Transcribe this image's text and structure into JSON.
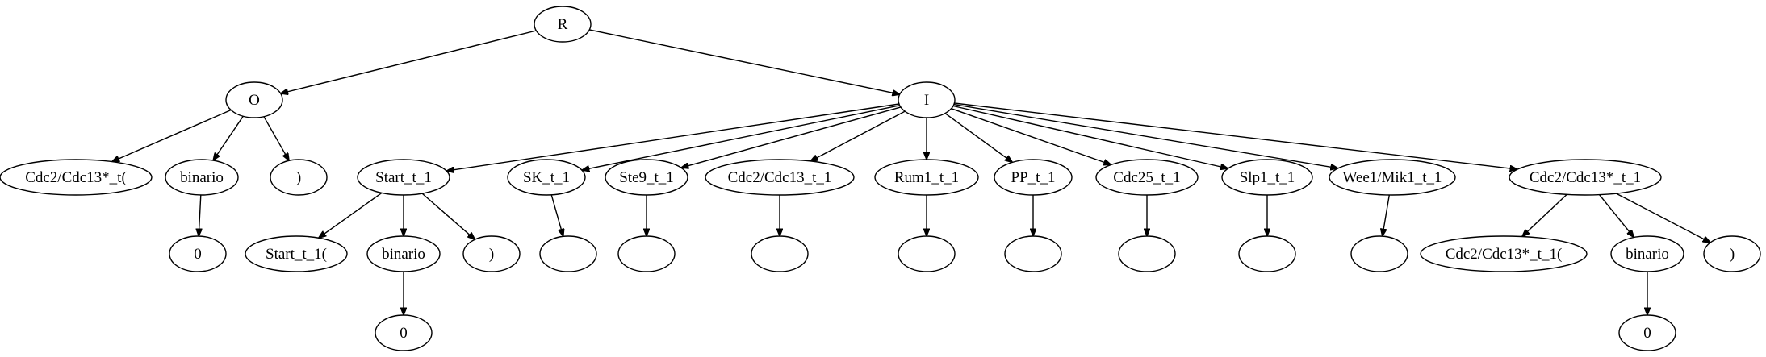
{
  "diagram": {
    "type": "tree",
    "colors": {
      "stroke": "#000000",
      "fill": "#ffffff",
      "text": "#000000"
    },
    "nodes": [
      {
        "id": "R",
        "label": "R"
      },
      {
        "id": "O",
        "label": "O"
      },
      {
        "id": "I",
        "label": "I"
      },
      {
        "id": "o_cdc",
        "label": "Cdc2/Cdc13*_t("
      },
      {
        "id": "o_bin",
        "label": "binario"
      },
      {
        "id": "o_par",
        "label": ")"
      },
      {
        "id": "o_zero",
        "label": "0"
      },
      {
        "id": "start",
        "label": "Start_t_1"
      },
      {
        "id": "sk",
        "label": "SK_t_1"
      },
      {
        "id": "ste9",
        "label": "Ste9_t_1"
      },
      {
        "id": "cdc13",
        "label": "Cdc2/Cdc13_t_1"
      },
      {
        "id": "rum1",
        "label": "Rum1_t_1"
      },
      {
        "id": "pp",
        "label": "PP_t_1"
      },
      {
        "id": "cdc25",
        "label": "Cdc25_t_1"
      },
      {
        "id": "slp1",
        "label": "Slp1_t_1"
      },
      {
        "id": "wee1",
        "label": "Wee1/Mik1_t_1"
      },
      {
        "id": "cdc13s",
        "label": "Cdc2/Cdc13*_t_1"
      },
      {
        "id": "start_a",
        "label": "Start_t_1("
      },
      {
        "id": "start_bin",
        "label": "binario"
      },
      {
        "id": "start_par",
        "label": ")"
      },
      {
        "id": "start_zero",
        "label": "0"
      },
      {
        "id": "sk_c",
        "label": ""
      },
      {
        "id": "ste9_c",
        "label": ""
      },
      {
        "id": "cdc13_c",
        "label": ""
      },
      {
        "id": "rum1_c",
        "label": ""
      },
      {
        "id": "pp_c",
        "label": ""
      },
      {
        "id": "cdc25_c",
        "label": ""
      },
      {
        "id": "slp1_c",
        "label": ""
      },
      {
        "id": "wee1_c",
        "label": ""
      },
      {
        "id": "cdc13s_a",
        "label": "Cdc2/Cdc13*_t_1("
      },
      {
        "id": "cdc13s_bin",
        "label": "binario"
      },
      {
        "id": "cdc13s_par",
        "label": ")"
      },
      {
        "id": "cdc13s_zero",
        "label": "0"
      }
    ],
    "edges": [
      [
        "R",
        "O"
      ],
      [
        "R",
        "I"
      ],
      [
        "O",
        "o_cdc"
      ],
      [
        "O",
        "o_bin"
      ],
      [
        "O",
        "o_par"
      ],
      [
        "o_bin",
        "o_zero"
      ],
      [
        "I",
        "start"
      ],
      [
        "I",
        "sk"
      ],
      [
        "I",
        "ste9"
      ],
      [
        "I",
        "cdc13"
      ],
      [
        "I",
        "rum1"
      ],
      [
        "I",
        "pp"
      ],
      [
        "I",
        "cdc25"
      ],
      [
        "I",
        "slp1"
      ],
      [
        "I",
        "wee1"
      ],
      [
        "I",
        "cdc13s"
      ],
      [
        "start",
        "start_a"
      ],
      [
        "start",
        "start_bin"
      ],
      [
        "start",
        "start_par"
      ],
      [
        "start_bin",
        "start_zero"
      ],
      [
        "sk",
        "sk_c"
      ],
      [
        "ste9",
        "ste9_c"
      ],
      [
        "cdc13",
        "cdc13_c"
      ],
      [
        "rum1",
        "rum1_c"
      ],
      [
        "pp",
        "pp_c"
      ],
      [
        "cdc25",
        "cdc25_c"
      ],
      [
        "slp1",
        "slp1_c"
      ],
      [
        "wee1",
        "wee1_c"
      ],
      [
        "cdc13s",
        "cdc13s_a"
      ],
      [
        "cdc13s",
        "cdc13s_bin"
      ],
      [
        "cdc13s",
        "cdc13s_par"
      ],
      [
        "cdc13s_bin",
        "cdc13s_zero"
      ]
    ]
  }
}
